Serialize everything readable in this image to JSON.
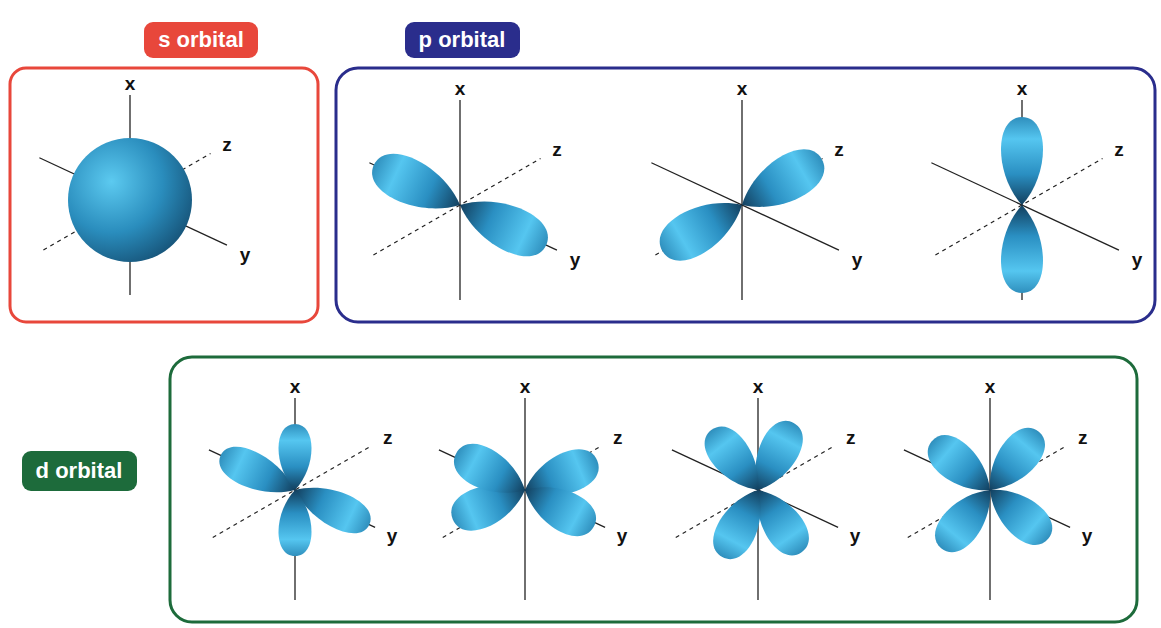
{
  "diagram": {
    "nodes": [
      {
        "text": [
          "s orbital"
        ]
      },
      {
        "text": [
          "p orbital"
        ]
      },
      {
        "text": [
          "d orbital"
        ]
      }
    ],
    "labels": [
      "x",
      "z",
      "y",
      "x",
      "z",
      "y",
      "x",
      "z",
      "y",
      "x",
      "z",
      "y",
      "x",
      "z",
      "y",
      "x",
      "z",
      "y",
      "x",
      "z",
      "y",
      "x",
      "z",
      "y"
    ]
  }
}
